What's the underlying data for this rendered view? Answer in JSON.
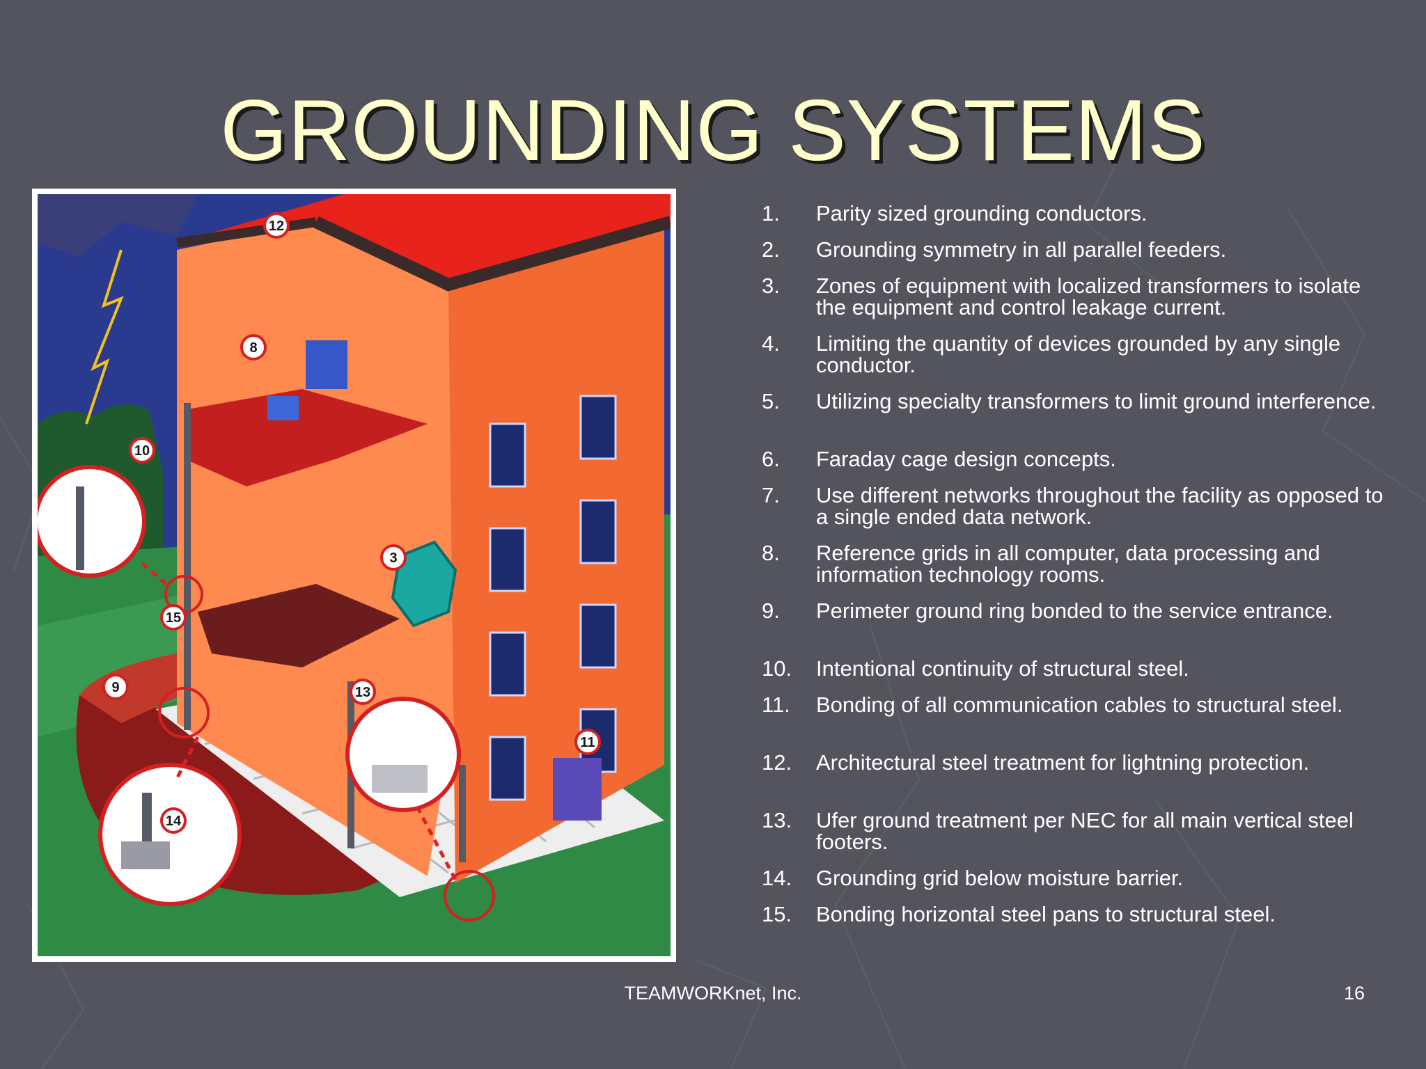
{
  "slide": {
    "title": "GROUNDING SYSTEMS",
    "items": [
      {
        "num": "1.",
        "text": "Parity sized grounding conductors."
      },
      {
        "num": "2.",
        "text": "Grounding symmetry in all parallel feeders."
      },
      {
        "num": "3.",
        "text": "Zones of equipment with localized transformers to isolate the equipment and control leakage current."
      },
      {
        "num": "4.",
        "text": "Limiting the quantity of devices grounded by any single conductor."
      },
      {
        "num": "5.",
        "text": "Utilizing specialty transformers to limit ground interference."
      },
      {
        "num": "6.",
        "text": "Faraday cage design concepts."
      },
      {
        "num": "7.",
        "text": "Use different networks throughout the facility as opposed to a single ended data network."
      },
      {
        "num": "8.",
        "text": "Reference grids in all computer, data processing and information technology rooms."
      },
      {
        "num": "9.",
        "text": "Perimeter ground ring bonded to the service entrance."
      },
      {
        "num": "10.",
        "text": "Intentional continuity of structural steel."
      },
      {
        "num": "11.",
        "text": "Bonding of all communication cables to structural steel."
      },
      {
        "num": "12.",
        "text": "Architectural steel treatment for lightning protection."
      },
      {
        "num": "13.",
        "text": "Ufer ground treatment per NEC for all main vertical steel footers."
      },
      {
        "num": "14.",
        "text": "Grounding grid below moisture barrier."
      },
      {
        "num": "15.",
        "text": "Bonding horizontal steel pans to structural steel."
      }
    ],
    "footer_text": "TEAMWORKnet, Inc.",
    "page_number": "16"
  },
  "illustration": {
    "callouts": [
      "12",
      "8",
      "10",
      "3",
      "15",
      "9",
      "13",
      "11",
      "14"
    ]
  },
  "colors": {
    "background": "#53545e",
    "title": "#ffffcc",
    "text": "#ffffff",
    "roof": "#e8231b",
    "wall": "#ff7a45",
    "grass": "#2e8a45",
    "sky": "#2a3b8f"
  }
}
